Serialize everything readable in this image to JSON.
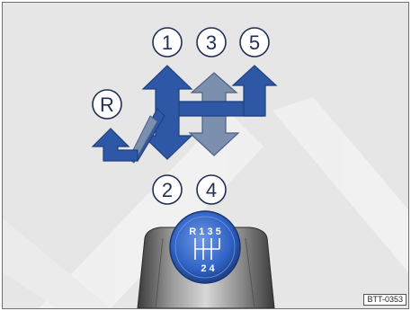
{
  "gear_labels": {
    "top": [
      "1",
      "3",
      "5"
    ],
    "bottom": [
      "2",
      "4"
    ],
    "reverse": "R"
  },
  "knob": {
    "top_label": "R 1 3 5",
    "bottom_label": "2 4"
  },
  "figure_code": "BTT-0353",
  "colors": {
    "background": "#e6e6e6",
    "arrow_blue": "#2e58a6",
    "arrow_blue_dark": "#1f3f7f",
    "arrow_grey": "#7c8fae",
    "knob_blue": "#2f62c4",
    "label_circle_fill": "#ffffff",
    "label_circle_stroke": "#1f2f55"
  }
}
